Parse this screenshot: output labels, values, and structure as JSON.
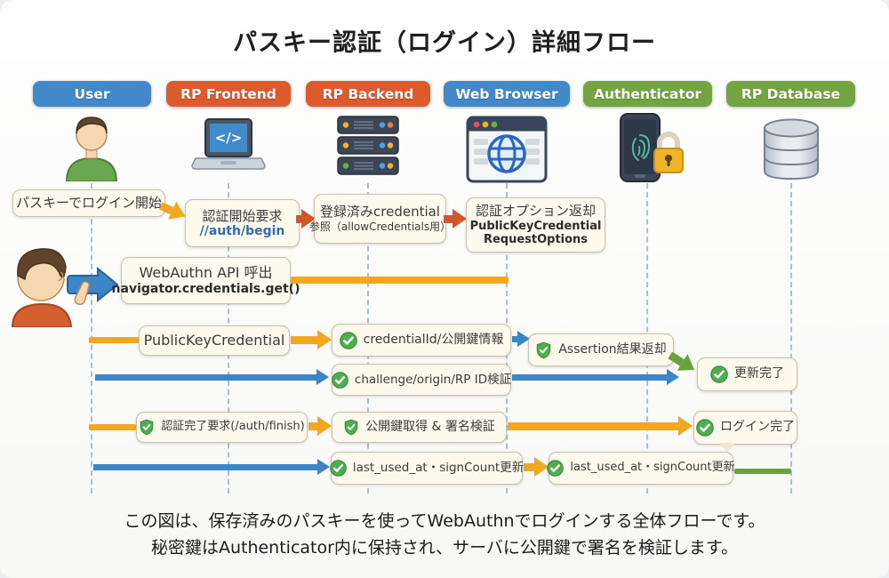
{
  "title": "パスキー認証（ログイン）詳細フロー",
  "colors": {
    "actor_blue": "#4289ca",
    "actor_orange": "#dc5a2b",
    "actor_green": "#72a540",
    "arrow_yellow": "#f3a71f",
    "arrow_blue": "#3c86c6",
    "arrow_red": "#d4552a",
    "arrow_green": "#69a23c",
    "box_bg": "#fdf9ec",
    "lifeline": "#aabfd5",
    "code_blue": "#2f6db4",
    "check_green": "#4caf50"
  },
  "actors": [
    {
      "label": "User",
      "color": "blue",
      "icon": "person-icon"
    },
    {
      "label": "RP Frontend",
      "color": "orange",
      "icon": "laptop-code-icon"
    },
    {
      "label": "RP Backend",
      "color": "orange",
      "icon": "server-stack-icon"
    },
    {
      "label": "Web Browser",
      "color": "blue",
      "icon": "browser-globe-icon"
    },
    {
      "label": "Authenticator",
      "color": "green",
      "icon": "phone-fingerprint-lock-icon"
    },
    {
      "label": "RP Database",
      "color": "green",
      "icon": "database-icon"
    }
  ],
  "messages": {
    "start_login": {
      "text": "パスキーでログイン開始"
    },
    "auth_begin": {
      "line1": "認証開始要求",
      "line2": "//auth/begin"
    },
    "registered_credential": {
      "line1": "登録済みcredential",
      "line2": "参照（allowCredentials用）"
    },
    "auth_options": {
      "line1": "認証オプション返却",
      "line2": "PublicKeyCredential",
      "line3": "RequestOptions"
    },
    "webauthn_call": {
      "line1": "WebAuthn API 呼出",
      "line2": "navigator.credentials.get()"
    },
    "public_key_credential": {
      "text": "PublicKeyCredential"
    },
    "credential_id_info": {
      "text": "credentialId/公開鍵情報"
    },
    "assertion_result": {
      "text": "Assertion結果返却"
    },
    "update_done": {
      "text": "更新完了"
    },
    "challenge_verify": {
      "text": "challenge/origin/RP ID検証"
    },
    "auth_finish": {
      "text": "認証完了要求(/auth/finish)"
    },
    "pubkey_verify": {
      "text": "公開鍵取得 & 署名検証"
    },
    "login_done": {
      "text": "ログイン完了"
    },
    "update_sign_count_backend": {
      "text": "last_used_at・signCount更新"
    },
    "update_sign_count_db": {
      "text": "last_used_at・signCount更新"
    }
  },
  "caption": {
    "line1": "この図は、保存済みのパスキーを使ってWebAuthnでログインする全体フローです。",
    "line2": "秘密鍵はAuthenticator内に保持され、サーバに公開鍵で署名を検証します。"
  }
}
